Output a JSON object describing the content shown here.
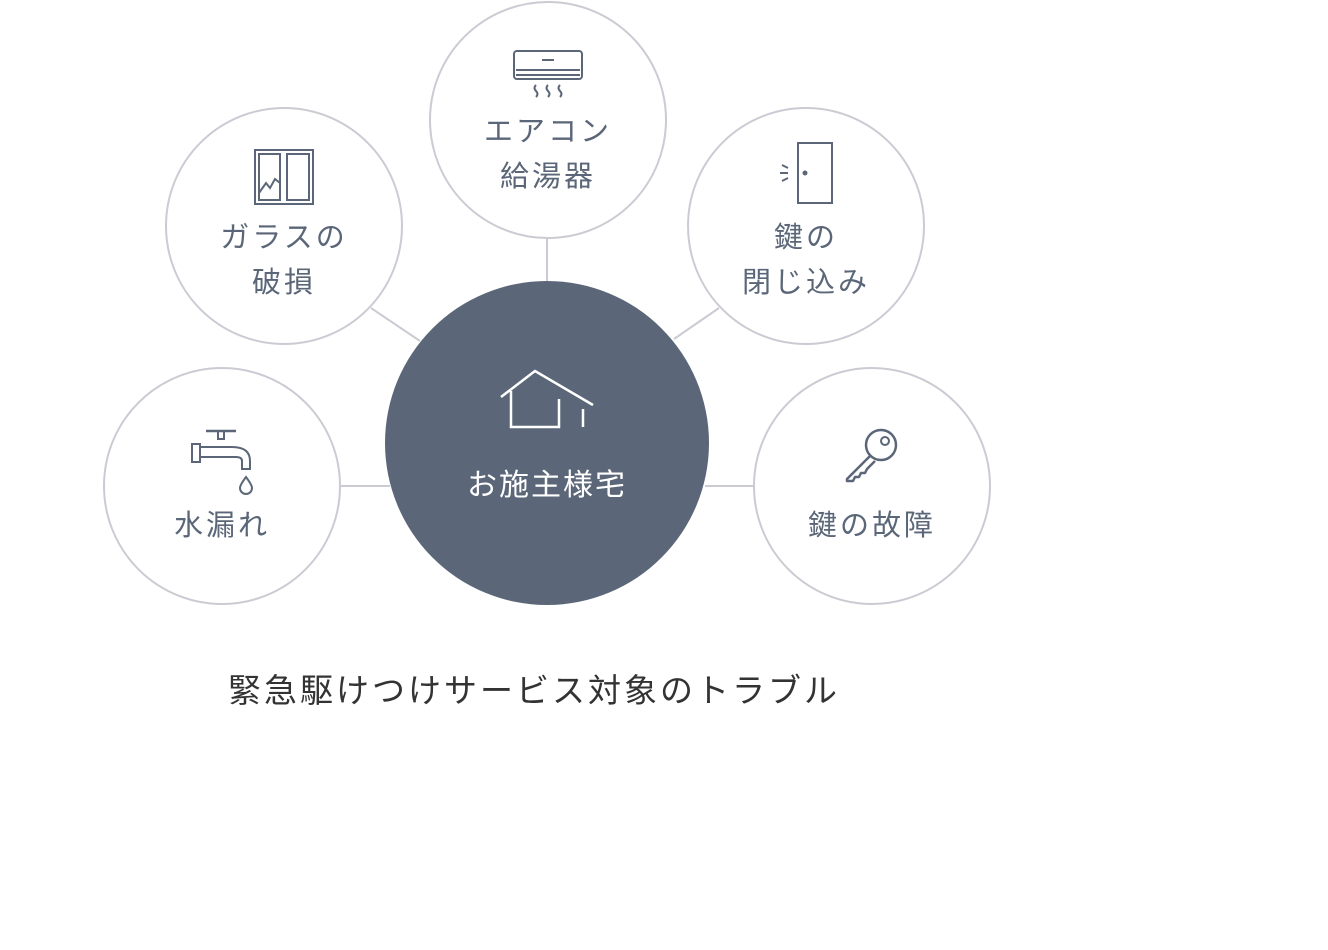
{
  "center": {
    "label": "お施主様宅",
    "icon": "house-icon"
  },
  "nodes": {
    "glass": {
      "label_line1": "ガラスの",
      "label_line2": "破損",
      "icon": "window-icon"
    },
    "aircon": {
      "label_line1": "エアコン",
      "label_line2": "給湯器",
      "icon": "air-conditioner-icon"
    },
    "lockout": {
      "label_line1": "鍵の",
      "label_line2": "閉じ込み",
      "icon": "door-icon"
    },
    "leak": {
      "label": "水漏れ",
      "icon": "faucet-icon"
    },
    "lockfault": {
      "label": "鍵の故障",
      "icon": "key-icon"
    }
  },
  "caption": "緊急駆けつけサービス対象のトラブル",
  "colors": {
    "center_fill": "#5b6778",
    "node_border": "#cbcbd4",
    "node_text": "#5b6778",
    "connector": "#cbcbd4",
    "caption_text": "#333333"
  }
}
